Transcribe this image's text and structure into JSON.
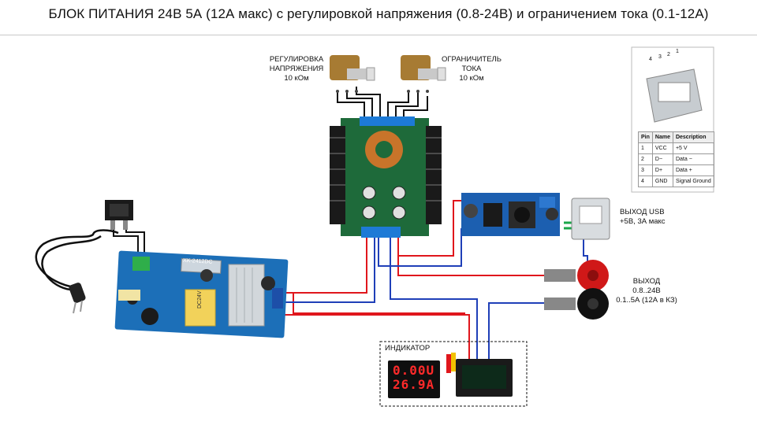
{
  "title": "БЛОК ПИТАНИЯ 24В 5А (12А макс) с регулировкой напряжения (0.8-24В) и ограничением тока (0.1-12А)",
  "pot_voltage": {
    "line1": "РЕГУЛИРОВКА",
    "line2": "НАПРЯЖЕНИЯ",
    "line3": "10 кОм"
  },
  "pot_current": {
    "line1": "ОГРАНИЧИТЕЛЬ",
    "line2": "ТОКА",
    "line3": "10 кОм"
  },
  "usb_out": {
    "line1": "ВЫХОД USB",
    "line2": "+5В, 3А макс"
  },
  "main_out": {
    "line1": "ВЫХОД",
    "line2": "0.8..24В",
    "line3": "0.1..5А (12А в КЗ)"
  },
  "indicator": {
    "label": "ИНДИКАТОР",
    "voltage": "0.00U",
    "current": "26.9A"
  },
  "psu_module": {
    "model": "XK-2412DC",
    "transformer": "DC24V"
  },
  "usb_pinout": {
    "pin_numbers": [
      "4",
      "3",
      "2",
      "1"
    ],
    "headers": [
      "Pin",
      "Name",
      "Description"
    ],
    "rows": [
      [
        "1",
        "VCC",
        "+5 V"
      ],
      [
        "2",
        "D−",
        "Data −"
      ],
      [
        "3",
        "D+",
        "Data +"
      ],
      [
        "4",
        "GND",
        "Signal Ground"
      ]
    ]
  },
  "colors": {
    "wire_red": "#e0161c",
    "wire_blue": "#1f3fb8",
    "wire_black": "#111111",
    "pcb_blue": "#1c6fb8",
    "pcb_green": "#1e6a3a"
  }
}
